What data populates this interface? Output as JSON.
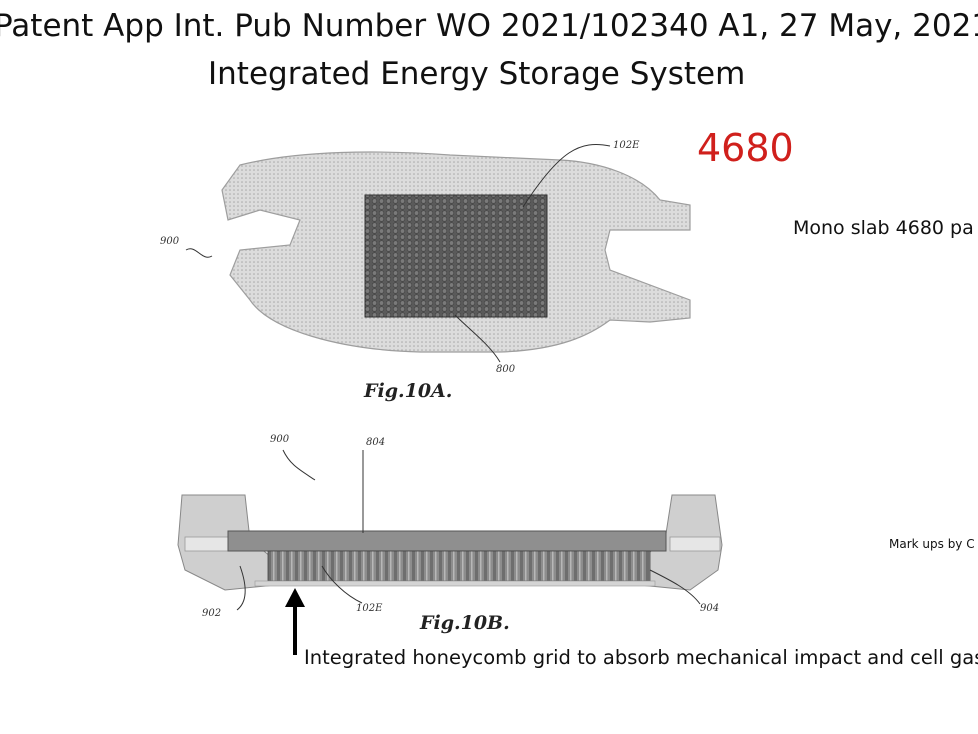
{
  "header": {
    "title_line1": "Patent App Int. Pub Number WO 2021/102340 A1, 27 May, 2021",
    "title_line2": "Integrated Energy Storage System"
  },
  "annotations": {
    "cell_label": "4680",
    "side_note": "Mono slab 4680 pa",
    "markups_credit": "Mark ups by C",
    "bottom_caption": "Integrated honeycomb grid to absorb mechanical impact and cell gas"
  },
  "figure_a": {
    "caption": "Fig.10A.",
    "refs": {
      "vehicle": "900",
      "pack": "800",
      "cells": "102E"
    }
  },
  "figure_b": {
    "caption": "Fig.10B.",
    "refs": {
      "vehicle": "900",
      "slab": "804",
      "left": "902",
      "cells": "102E",
      "right": "904"
    }
  },
  "colors": {
    "accent_red": "#d0201c",
    "drawing_gray": "#bdbdbd",
    "pack_dark": "#555555"
  }
}
